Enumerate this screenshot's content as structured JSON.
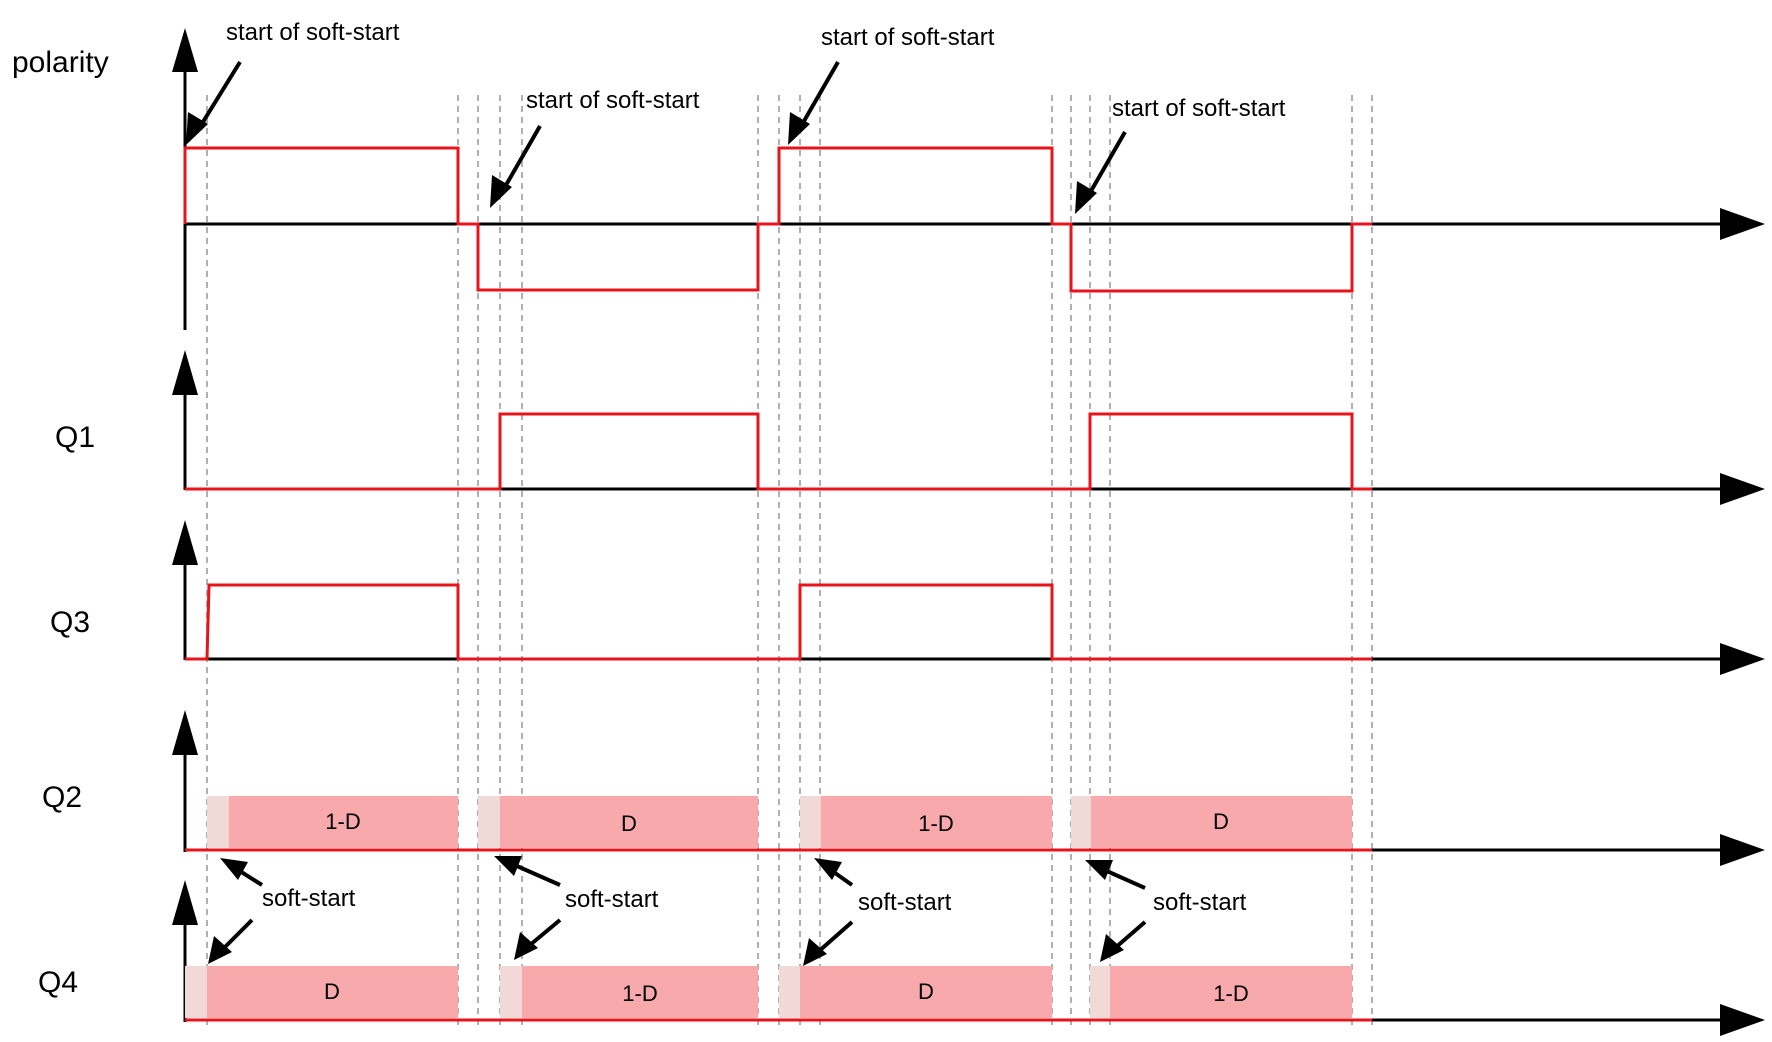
{
  "rows": {
    "polarity": "polarity",
    "q1": "Q1",
    "q3": "Q3",
    "q2": "Q2",
    "q4": "Q4"
  },
  "annotations": {
    "start_soft_start": "start of soft-start",
    "soft_start": "soft-start"
  },
  "duty": {
    "one_minus_d": "1-D",
    "d": "D"
  },
  "colors": {
    "signal": "#e8141b",
    "duty_bar": "#f8a9ab",
    "soft_start_bar": "#f1d9d8",
    "guide_line": "#b0b0b0"
  }
}
